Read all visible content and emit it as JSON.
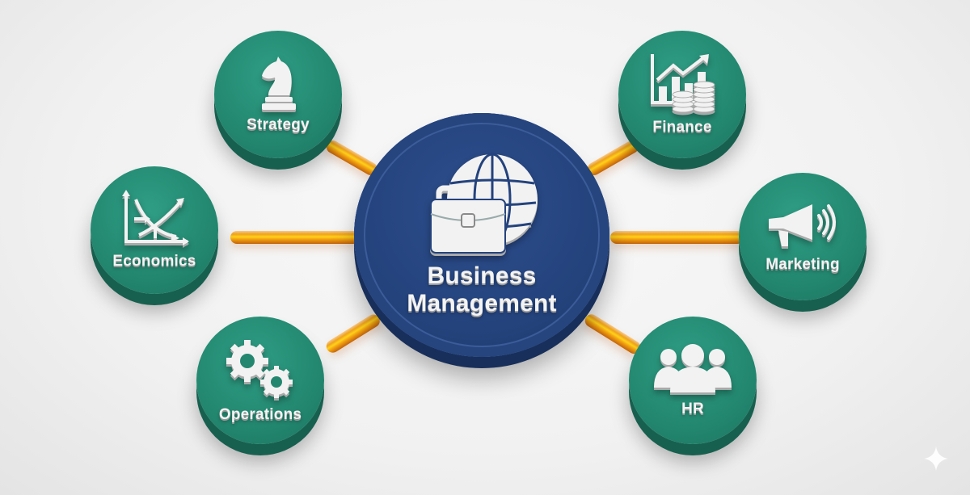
{
  "diagram": {
    "type": "hub-and-spoke",
    "center": {
      "label_line1": "Business",
      "label_line2": "Management",
      "icon": "briefcase-globe-icon",
      "color": "#24437d"
    },
    "spoke_color": "#23876f",
    "connector_color": "#f0a21c",
    "spokes": [
      {
        "id": "strategy",
        "label": "Strategy",
        "icon": "chess-knight-icon",
        "position": "top-left"
      },
      {
        "id": "finance",
        "label": "Finance",
        "icon": "growth-chart-coins-icon",
        "position": "top-right"
      },
      {
        "id": "economics",
        "label": "Economics",
        "icon": "supply-demand-chart-icon",
        "position": "middle-left"
      },
      {
        "id": "marketing",
        "label": "Marketing",
        "icon": "megaphone-icon",
        "position": "middle-right"
      },
      {
        "id": "operations",
        "label": "Operations",
        "icon": "gears-icon",
        "position": "bottom-left"
      },
      {
        "id": "hr",
        "label": "HR",
        "icon": "people-group-icon",
        "position": "bottom-right"
      }
    ]
  },
  "watermark": {
    "icon": "sparkle-icon"
  }
}
